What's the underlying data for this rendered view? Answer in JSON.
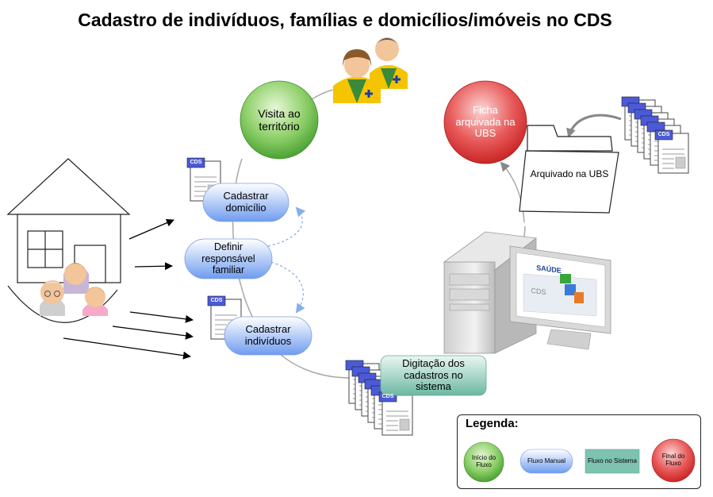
{
  "title": "Cadastro de indivíduos, famílias e domicílios/imóveis no CDS",
  "nodes": {
    "visita": "Visita ao território",
    "cadastrar_domicilio": "Cadastrar domicílio",
    "definir_responsavel": "Definir responsável familiar",
    "cadastrar_individuos": "Cadastrar indivíduos",
    "digitacao": "Digitação dos cadastros no sistema",
    "ficha_arquivada": "Ficha arquivada na UBS",
    "arquivado": "Arquivado na UBS"
  },
  "form_label": "CDS",
  "monitor": {
    "brand": "SAÚDE",
    "app_label": "CDS"
  },
  "legend": {
    "title": "Legenda:",
    "inicio": "Início do Fluxo",
    "manual": "Fluxo Manual",
    "sistema": "Fluxo no Sistema",
    "final": "Final do Fluxo"
  },
  "colors": {
    "start": "#5cb83a",
    "end": "#d42a2a",
    "manual": "#7fa8f0",
    "system": "#7ec2b0",
    "form_tab": "#4a5ad8"
  }
}
